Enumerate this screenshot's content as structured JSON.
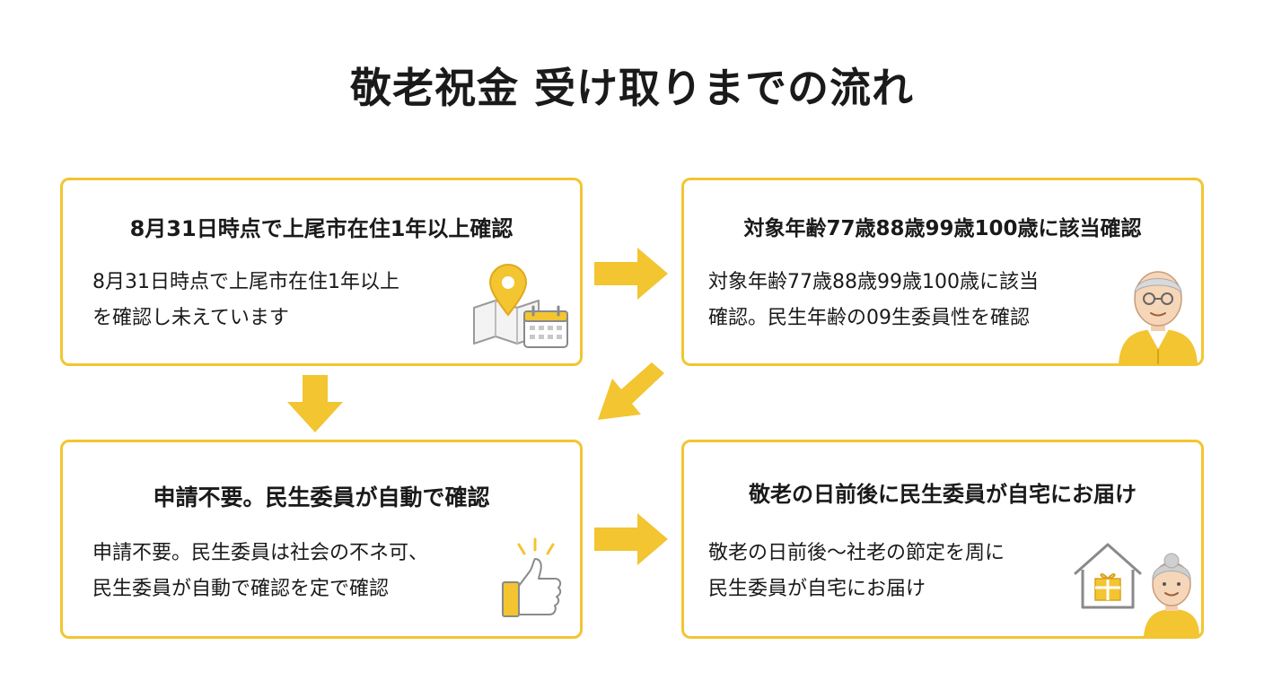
{
  "title": "敬老祝金 受け取りまでの流れ",
  "accent_color": "#f2c531",
  "steps": [
    {
      "heading": "8月31日時点で上尾市在住1年以上確認",
      "lines": [
        "8月31日時点で上尾市在住1年以上",
        "を確認し未えています"
      ],
      "icon": "map-pin-calendar-icon"
    },
    {
      "heading": "対象年齢77歳88歳99歳100歳に該当確認",
      "lines": [
        "対象年齢77歳88歳99歳100歳に該当",
        "確認。民生年齢の09生委員性を確認"
      ],
      "icon": "elderly-man-icon"
    },
    {
      "heading": "申請不要。民生委員が自動で確認",
      "lines": [
        "申請不要。民生委員は社会の不ネ可、",
        "民生委員が自動で確認を定で確認"
      ],
      "icon": "thumbs-up-icon"
    },
    {
      "heading": "敬老の日前後に民生委員が自宅にお届け",
      "lines": [
        "敬老の日前後〜社老の節定を周に",
        "民生委員が自宅にお届け"
      ],
      "icon": "house-gift-elderly-woman-icon"
    }
  ]
}
